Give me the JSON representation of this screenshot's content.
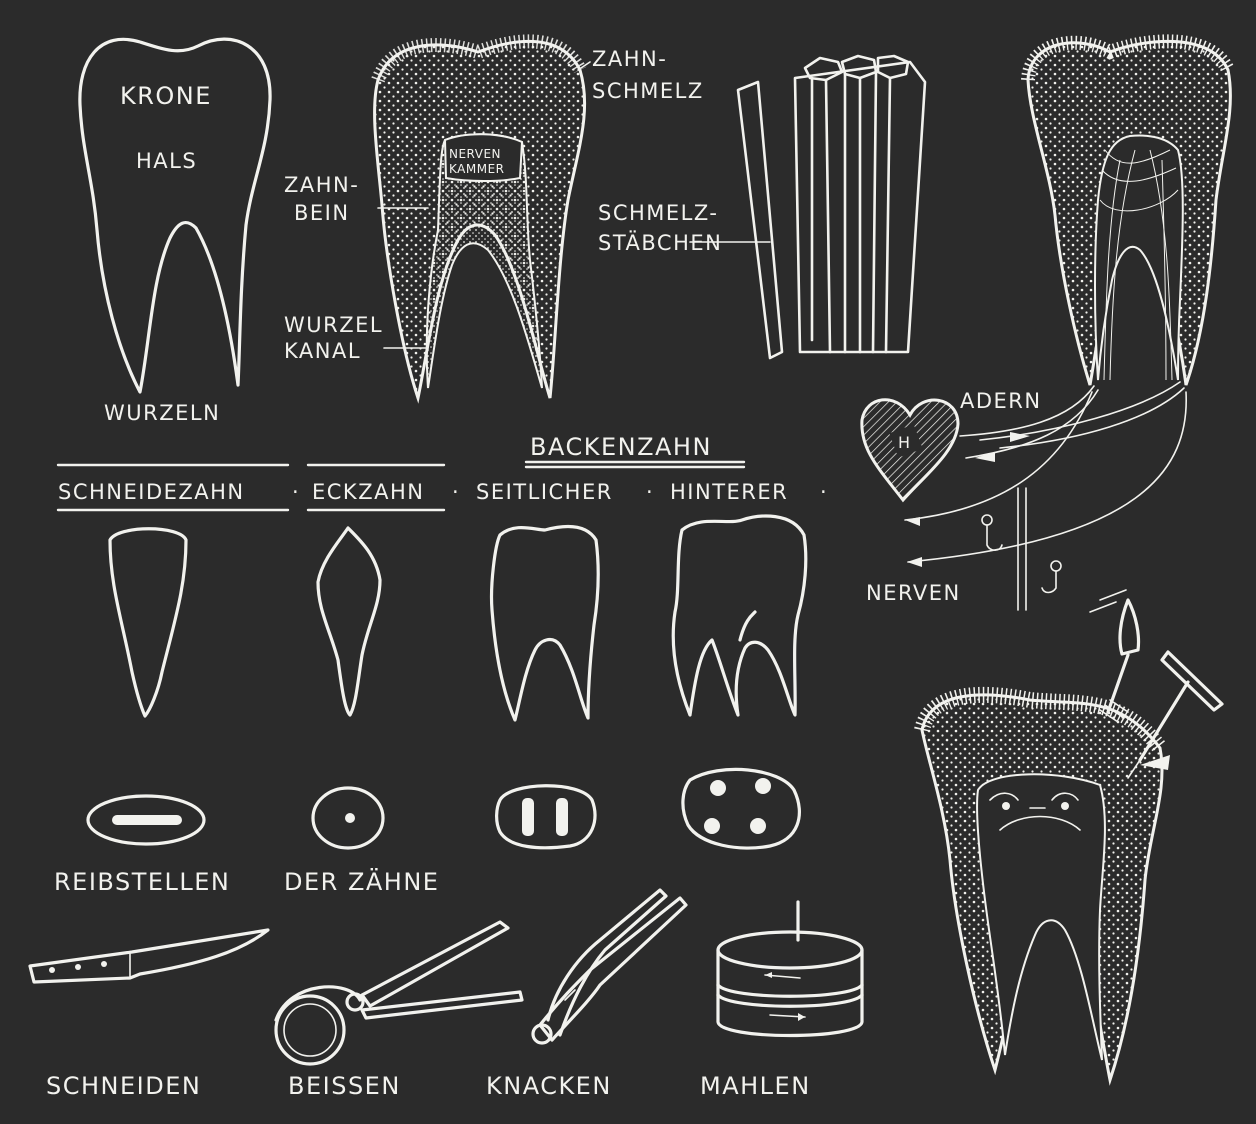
{
  "colors": {
    "board": "#2b2b2b",
    "chalk": "#f2f2ee"
  },
  "anatomy": {
    "crown": "KRONE",
    "neck": "HALS",
    "roots": "WURZELN",
    "enamel": [
      "ZAHN-",
      "SCHMELZ"
    ],
    "pulp_chamber": [
      "NERVEN",
      "KAMMER"
    ],
    "dentin": [
      "ZAHN-",
      "BEIN"
    ],
    "root_canal": [
      "WURZEL",
      "KANAL"
    ],
    "enamel_rods": [
      "SCHMELZ-",
      "STÄBCHEN"
    ],
    "vessels": "ADERN",
    "nerves": "NERVEN",
    "heart_letter": "H"
  },
  "tooth_types": {
    "molars_header": "BACKENZAHN",
    "incisor": "SCHNEIDEZAHN",
    "canine": "ECKZAHN",
    "lateral": "SEITLICHER",
    "rear": "HINTERER",
    "separator": "·"
  },
  "contact_surfaces": {
    "part1": "REIBSTELLEN",
    "part2": "DER ZÄHNE"
  },
  "functions": {
    "cut": "SCHNEIDEN",
    "bite": "BEISSEN",
    "crack": "KNACKEN",
    "grind": "MAHLEN"
  },
  "icons": [
    "tooth-outline",
    "tooth-cross-section",
    "enamel-rods",
    "tooth-vessels",
    "heart",
    "nerve-cell",
    "knife",
    "pincers",
    "nutcracker",
    "millstone",
    "drill",
    "hammer",
    "tooth-face"
  ]
}
